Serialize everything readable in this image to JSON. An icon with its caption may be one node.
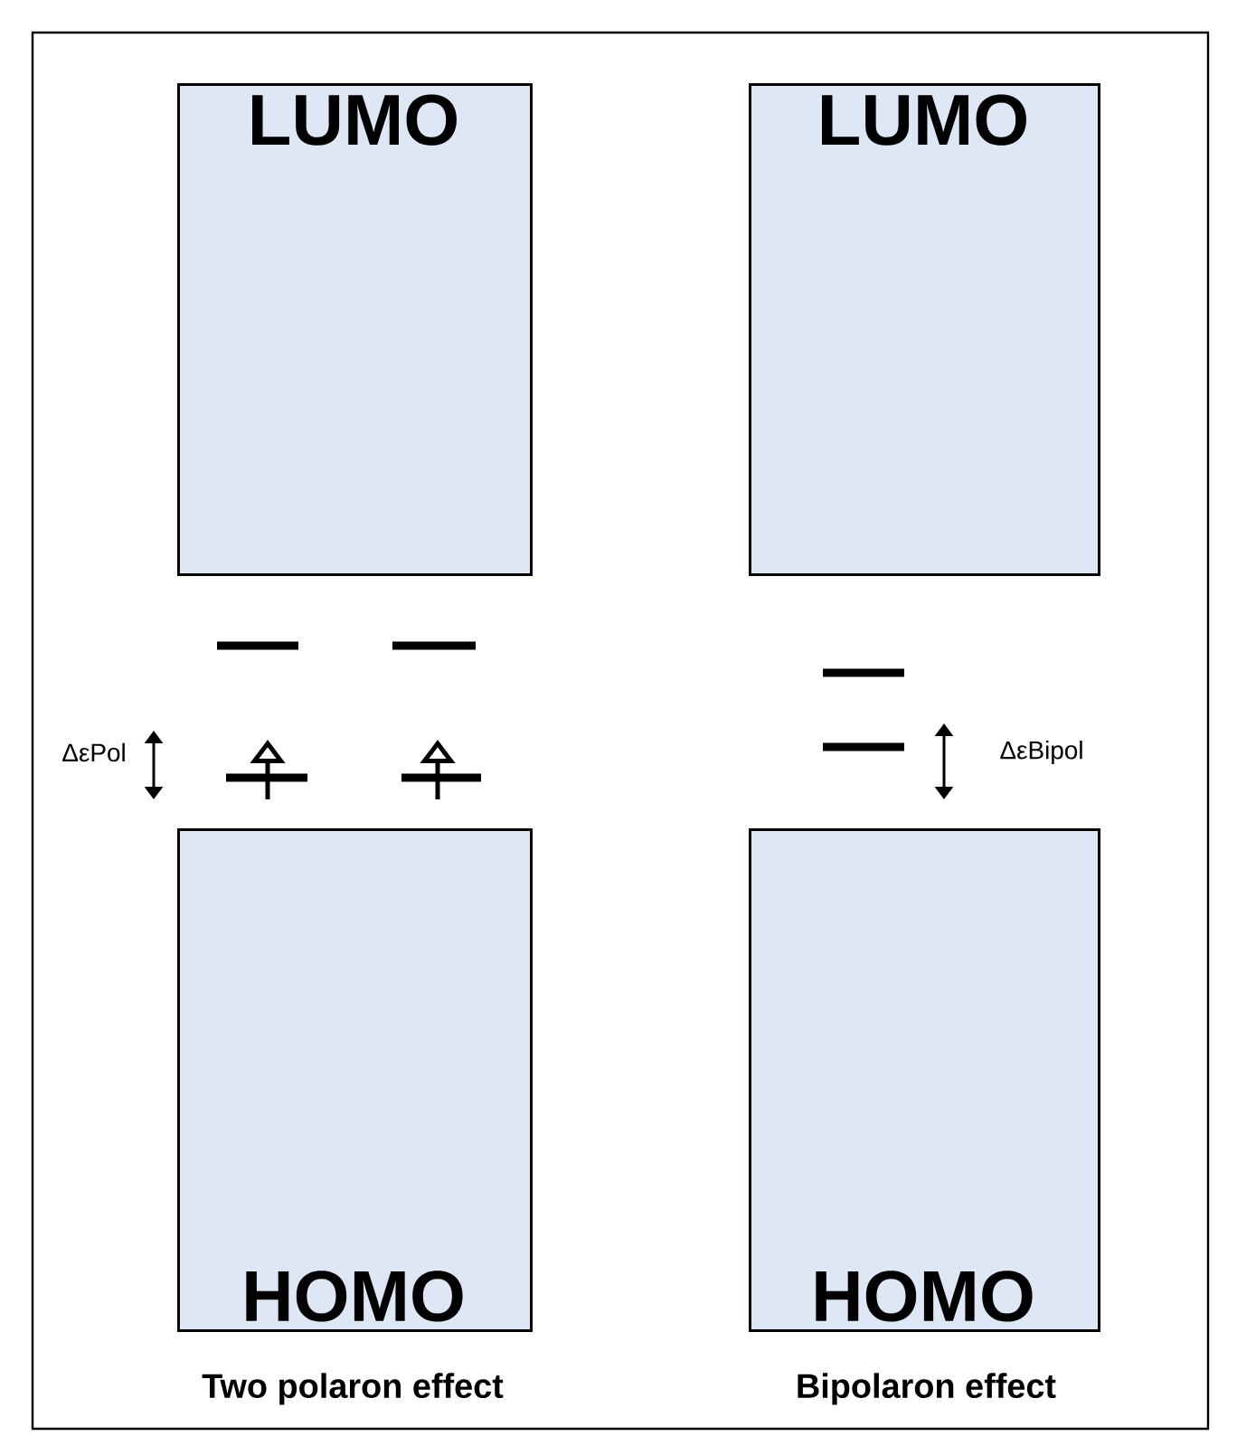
{
  "diagram": {
    "nodes": [
      {
        "text": [
          "LUMO"
        ]
      },
      {
        "text": [
          "LUMO"
        ]
      },
      {
        "text": [
          "HOMO"
        ]
      },
      {
        "text": [
          "HOMO"
        ]
      }
    ],
    "labels": [
      "ΔεPol",
      "ΔεBipol",
      "Two polaron effect",
      "Bipolaron effect"
    ]
  }
}
